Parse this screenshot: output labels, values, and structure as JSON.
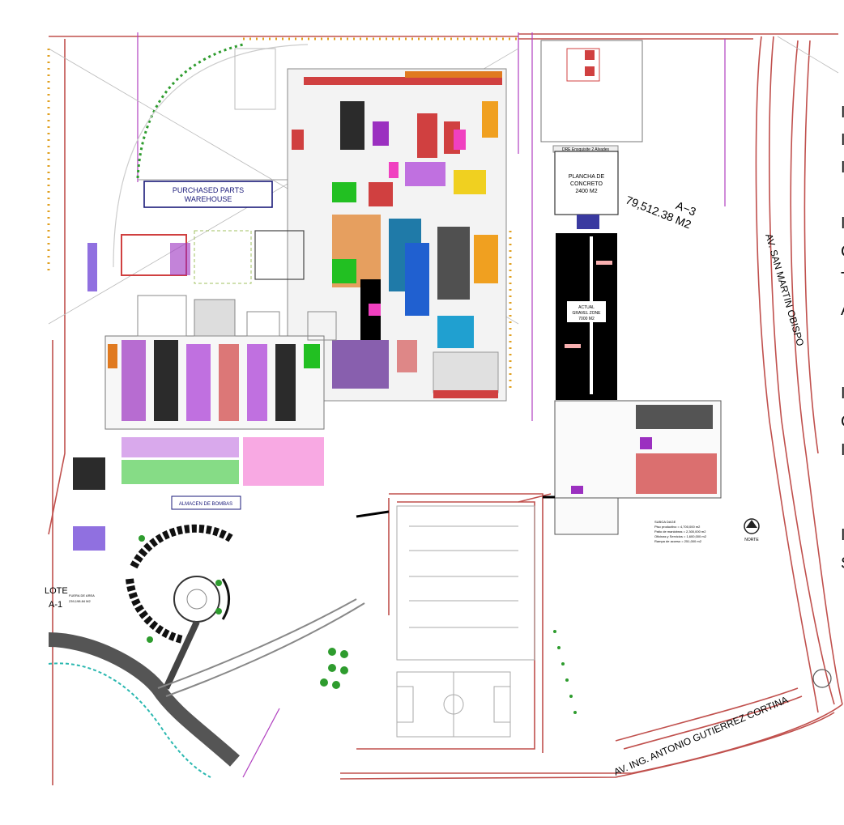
{
  "labels": {
    "purchased_parts_line1": "PURCHASED PARTS",
    "purchased_parts_line2": "WAREHOUSE",
    "plancha_line1": "PLANCHA DE",
    "plancha_line2": "CONCRETO",
    "plancha_area": "2400 M2",
    "top_strip": "DRE Ensquisite 2 Alvades",
    "zone_a3": "A−3",
    "area_a3": "79,512.38 M2",
    "gravel_line1": "ACTUAL",
    "gravel_line2": "GRAVEL ZONE",
    "gravel_area": "7000 M2",
    "street_east": "AV. SAN MARTIN OBISPO",
    "street_south": "AV. ING. ANTONIO GUTIERREZ CORTINA",
    "lote": "LOTE",
    "lote_zone": "A-1",
    "north": "NORTE",
    "storage_label": "ALMACEN DE BOMBAS",
    "lot_fine_1": "FUERA DE AREA",
    "lot_fine_2": "239,198.84 M2",
    "legend_fine": [
      "SUBGA DAGE",
      "Piso productivo = 4,700,000 m2",
      "Patio de maniobras = 2,300,000 m2",
      "Oficinas y Servicios = 1,600,000 m2",
      "Rampa de acceso = 251,000 m2"
    ],
    "right_edge_glyphs": [
      "I",
      "I",
      "I",
      "I",
      "C",
      "T",
      "A",
      "I",
      "C",
      "I",
      "I",
      "S"
    ]
  },
  "colors": {
    "road": "#c0504d",
    "magenta_line": "#b03fc0",
    "green_dots": "#2e9c2e",
    "blue_label": "#1a1a7a",
    "dark_block": "#000000"
  }
}
